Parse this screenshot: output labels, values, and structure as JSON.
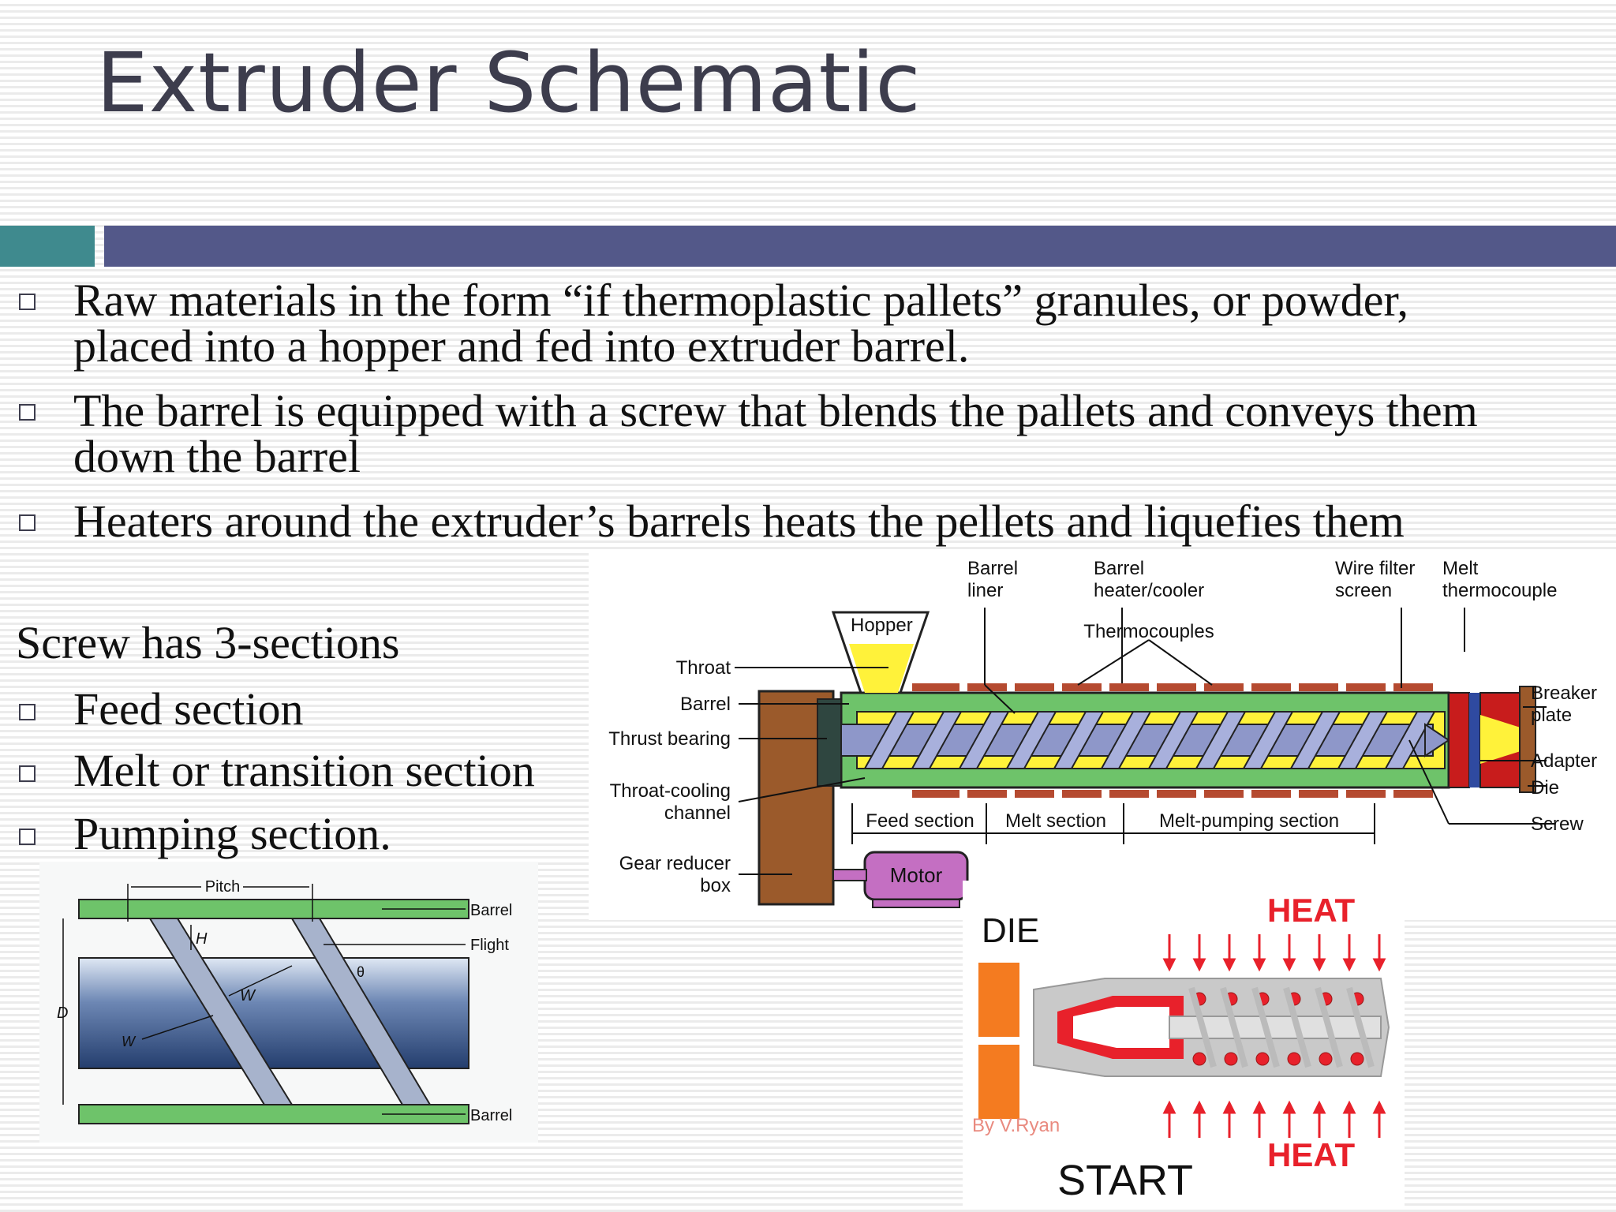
{
  "slide": {
    "title": "Extruder Schematic",
    "bullets": [
      "Raw materials in the form “if thermoplastic pallets” granules, or powder,\nplaced into a hopper and fed into extruder barrel.",
      "The barrel is equipped with a screw that blends the pallets and conveys them\ndown the barrel",
      "Heaters around the extruder’s barrels heats the pellets and liquefies them"
    ],
    "screw_heading": "Screw has 3-sections",
    "sections": [
      "Feed section",
      "Melt or transition section",
      "Pumping section."
    ]
  },
  "colors": {
    "title": "#3d3d4d",
    "accent_teal": "#3f8a8e",
    "accent_purple": "#535889",
    "barrel_green": "#6ec36a",
    "melt_yellow": "#fff23a",
    "gearbox_brown": "#9b5a2b",
    "motor_purple": "#c46fc2",
    "heat_red": "#e8212b",
    "die_orange": "#f47b20"
  },
  "extruder_diagram": {
    "labels": {
      "barrel_liner": "Barrel\nliner",
      "barrel_heater": "Barrel\nheater/cooler",
      "wire_filter": "Wire filter\nscreen",
      "melt_thermocouple": "Melt\nthermocouple",
      "hopper": "Hopper",
      "thermocouples": "Thermocouples",
      "throat": "Throat",
      "barrel": "Barrel",
      "thrust_bearing": "Thrust bearing",
      "throat_cooling": "Throat-cooling\nchannel",
      "gear_reducer": "Gear reducer\nbox",
      "feed_section": "Feed section",
      "melt_section": "Melt section",
      "melt_pumping": "Melt-pumping section",
      "motor": "Motor",
      "breaker_plate": "Breaker\nplate",
      "adapter": "Adapter",
      "die": "Die",
      "screw": "Screw"
    }
  },
  "screw_diagram": {
    "labels": {
      "pitch": "Pitch",
      "barrel_top": "Barrel",
      "flight": "Flight",
      "barrel_bottom": "Barrel",
      "H": "H",
      "W_upper": "W",
      "W_lower": "W",
      "D": "D",
      "theta": "θ"
    }
  },
  "heat_diagram": {
    "labels": {
      "die": "DIE",
      "heat_top": "HEAT",
      "heat_bottom": "HEAT",
      "credit": "By V.Ryan",
      "start": "START"
    }
  }
}
